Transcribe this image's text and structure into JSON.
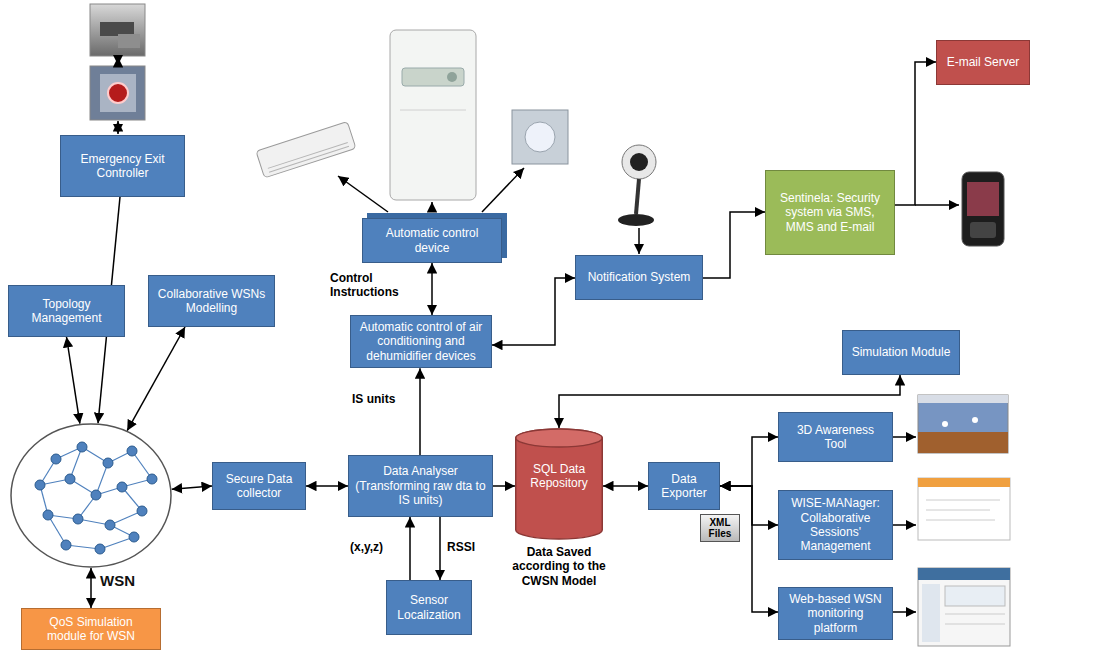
{
  "diagram": {
    "nodes": [
      {
        "text": [
          "Emergency Exit Controller"
        ]
      },
      {
        "text": [
          "Topology Management"
        ]
      },
      {
        "text": [
          "Collaborative WSNs Modelling"
        ]
      },
      {
        "text": [
          "WSN"
        ]
      },
      {
        "text": [
          "QoS Simulation module for WSN"
        ]
      },
      {
        "text": [
          "Secure Data collector"
        ]
      },
      {
        "text": [
          "Automatic control device"
        ]
      },
      {
        "text": [
          "Automatic control of air conditioning and dehumidifier devices"
        ]
      },
      {
        "text": [
          "Data Analyser (Transforming raw dta to IS units)"
        ]
      },
      {
        "text": [
          "Sensor Localization"
        ]
      },
      {
        "text": [
          "SQL Data Repository",
          "Data Saved according to the CWSN Model"
        ]
      },
      {
        "text": [
          "Notification System"
        ]
      },
      {
        "text": [
          "Sentinela: Security system via SMS, MMS and E-mail"
        ]
      },
      {
        "text": [
          "E-mail Server"
        ]
      },
      {
        "text": [
          "Simulation Module"
        ]
      },
      {
        "text": [
          "Data Exporter"
        ]
      },
      {
        "text": [
          "3D Awareness Tool"
        ]
      },
      {
        "text": [
          "WISE-MANager: Collaborative Sessions' Management"
        ]
      },
      {
        "text": [
          "Web-based WSN monitoring platform"
        ]
      },
      {
        "text": [
          "XML Files"
        ]
      }
    ],
    "edges": [
      {
        "from": 0,
        "to": 3,
        "arrow": "to"
      },
      {
        "from": 1,
        "to": 3,
        "arrow": "both"
      },
      {
        "from": 2,
        "to": 3,
        "arrow": "both"
      },
      {
        "from": 3,
        "to": 4,
        "arrow": "both"
      },
      {
        "from": 3,
        "to": 5,
        "arrow": "both"
      },
      {
        "from": 5,
        "to": 8,
        "arrow": "both"
      },
      {
        "from": 8,
        "to": 7,
        "arrow": "to",
        "label": "IS units"
      },
      {
        "from": 7,
        "to": 6,
        "arrow": "both",
        "label": "Control Instructions"
      },
      {
        "from": 9,
        "to": 8,
        "arrow": "to",
        "label": "(x,y,z)"
      },
      {
        "from": 8,
        "to": 9,
        "arrow": "to",
        "label": "RSSI"
      },
      {
        "from": 8,
        "to": 10,
        "arrow": "to"
      },
      {
        "from": 10,
        "to": 15,
        "arrow": "both"
      },
      {
        "from": 15,
        "to": 16,
        "arrow": "both"
      },
      {
        "from": 15,
        "to": 17,
        "arrow": "both"
      },
      {
        "from": 15,
        "to": 18,
        "arrow": "both"
      },
      {
        "from": 7,
        "to": 11,
        "arrow": "both"
      },
      {
        "from": 11,
        "to": 12,
        "arrow": "to"
      },
      {
        "from": 12,
        "to": 13,
        "arrow": "to"
      },
      {
        "from": 10,
        "to": 14,
        "arrow": "both"
      }
    ]
  }
}
